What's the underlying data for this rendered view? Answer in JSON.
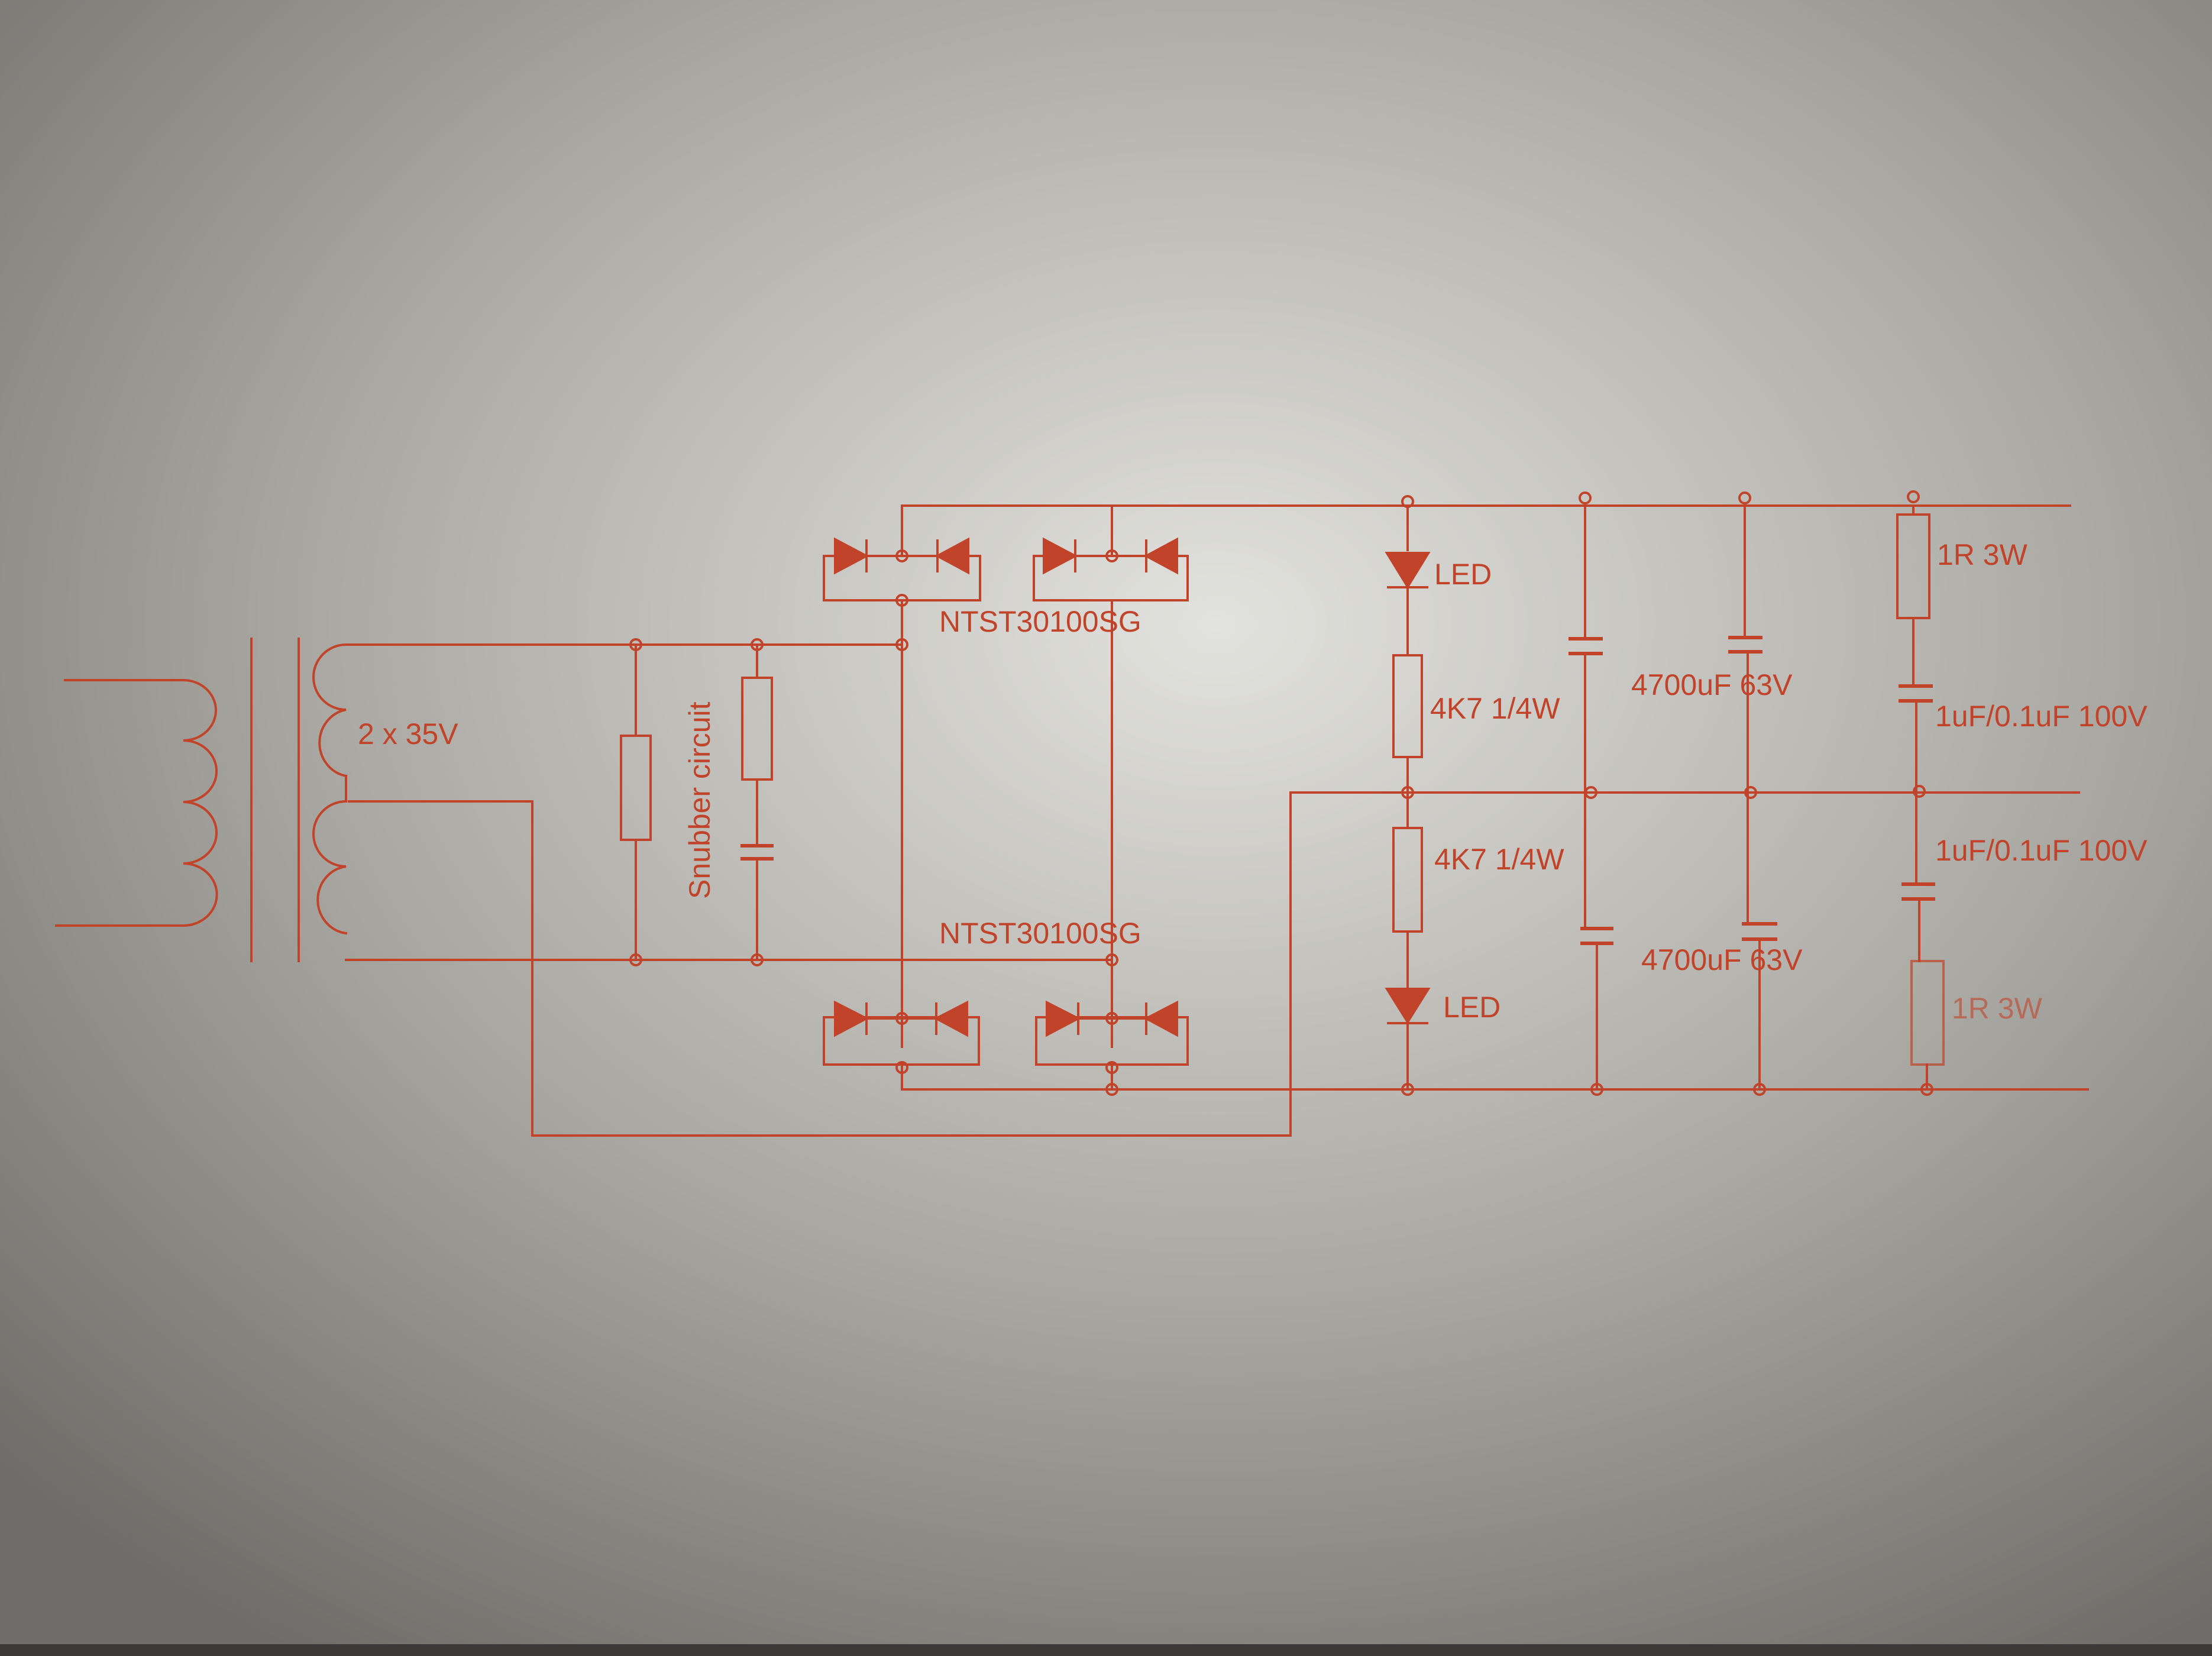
{
  "colors": {
    "ink": "#c0432a",
    "paper_light": "#e2e2de",
    "paper_mid": "#a9a7a1",
    "paper_dark": "#6f6d69",
    "bottom_strip": "#3b3a38"
  },
  "labels": {
    "transformer_secondary": "2 x 35V",
    "snubber": "Snubber circuit",
    "rectifier_top": "NTST30100SG",
    "rectifier_bottom": "NTST30100SG",
    "led_top": "LED",
    "led_bottom": "LED",
    "resistor_top": "4K7 1/4W",
    "resistor_bottom": "4K7 1/4W",
    "cap_top": "4700uF 63V",
    "cap_bottom": "4700uF 63V",
    "film_cap_top": "1uF/0.1uF 100V",
    "film_cap_bottom": "1uF/0.1uF 100V",
    "power_res_top": "1R 3W",
    "power_res_bottom": "1R 3W"
  }
}
